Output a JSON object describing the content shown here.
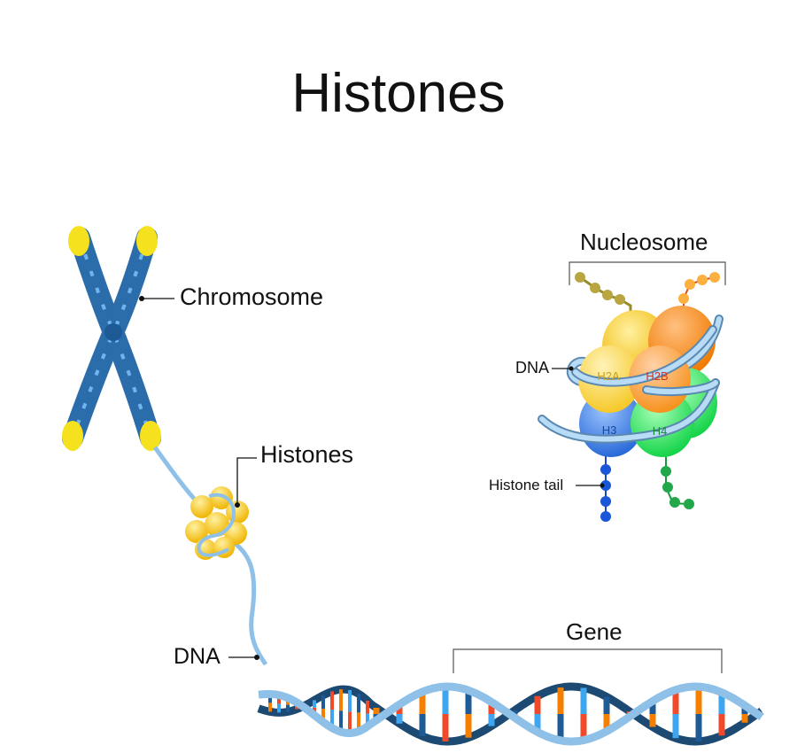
{
  "title": "Histones",
  "labels": {
    "chromosome": "Chromosome",
    "histones": "Histones",
    "dna": "DNA",
    "gene": "Gene",
    "nucleosome": "Nucleosome",
    "nucleosome_dna": "DNA",
    "histone_tail": "Histone tail"
  },
  "histone_proteins": [
    "H2A",
    "H2B",
    "H3",
    "H4"
  ],
  "colors": {
    "chromosome": "#2b6cab",
    "chromosome_tip": "#f5e11e",
    "dna_light": "#8ec0e8",
    "dna_dark": "#1d4a72",
    "h2a": "#f6c928",
    "h2b": "#f7921e",
    "h3": "#3b7fe0",
    "h4": "#27e05a",
    "base_pairs": [
      "#1e5a96",
      "#3ea6ee",
      "#f77f00",
      "#f04a2a"
    ]
  }
}
